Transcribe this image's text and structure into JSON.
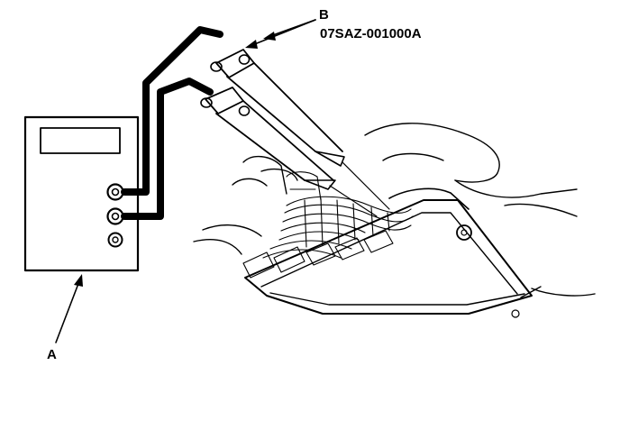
{
  "labels": {
    "a": "A",
    "b": "B",
    "part_number": "07SAZ-001000A"
  },
  "colors": {
    "ink": "#000000",
    "paper": "#ffffff"
  },
  "icons": [
    "meter-icon",
    "test-probe-icon",
    "ecu-connector-icon"
  ]
}
